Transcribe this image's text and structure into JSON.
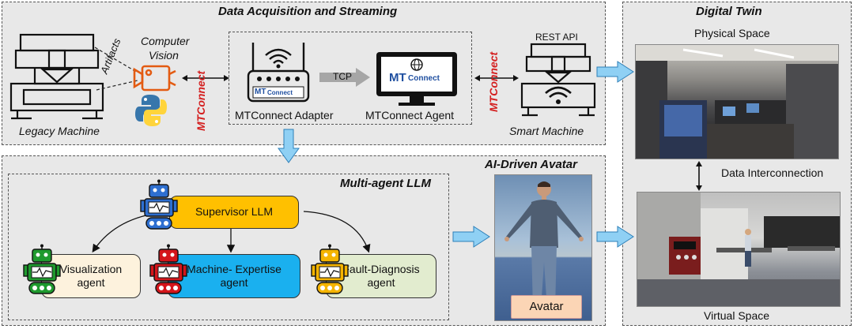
{
  "sections": {
    "data_acquisition": "Data Acquisition and Streaming",
    "digital_twin": "Digital Twin",
    "ai_avatar": "AI-Driven Avatar",
    "multi_agent": "Multi-agent LLM"
  },
  "acquisition": {
    "legacy_machine": "Legacy Machine",
    "artifacts": "Artifacts",
    "computer_vision_line1": "Computer",
    "computer_vision_line2": "Vision",
    "mtconnect_label": "MTConnect",
    "adapter": "MTConnect Adapter",
    "tcp": "TCP",
    "agent": "MTConnect Agent",
    "rest_api": "REST API",
    "smart_machine": "Smart Machine",
    "logo_mt": "MT",
    "logo_connect": "Connect"
  },
  "twin": {
    "physical_space": "Physical Space",
    "data_interconnection": "Data Interconnection",
    "virtual_space": "Virtual Space"
  },
  "agents": {
    "supervisor": "Supervisor LLM",
    "visualization_line1": "Visualization",
    "visualization_line2": "agent",
    "machine_expertise_line1": "Machine- Expertise",
    "machine_expertise_line2": "agent",
    "fault_diagnosis_line1": "Fault-Diagnosis",
    "fault_diagnosis_line2": "agent"
  },
  "avatar": {
    "label": "Avatar"
  },
  "colors": {
    "panel_bg": "#e8e8e8",
    "supervisor": "#ffc000",
    "visualization": "#fdf2dd",
    "machine_expertise": "#1ab0ef",
    "fault_diagnosis": "#e2eccf",
    "avatar_label": "#fbd5b5",
    "mtconnect_red": "#d42020",
    "arrow_blue": "#8fd0f4"
  }
}
